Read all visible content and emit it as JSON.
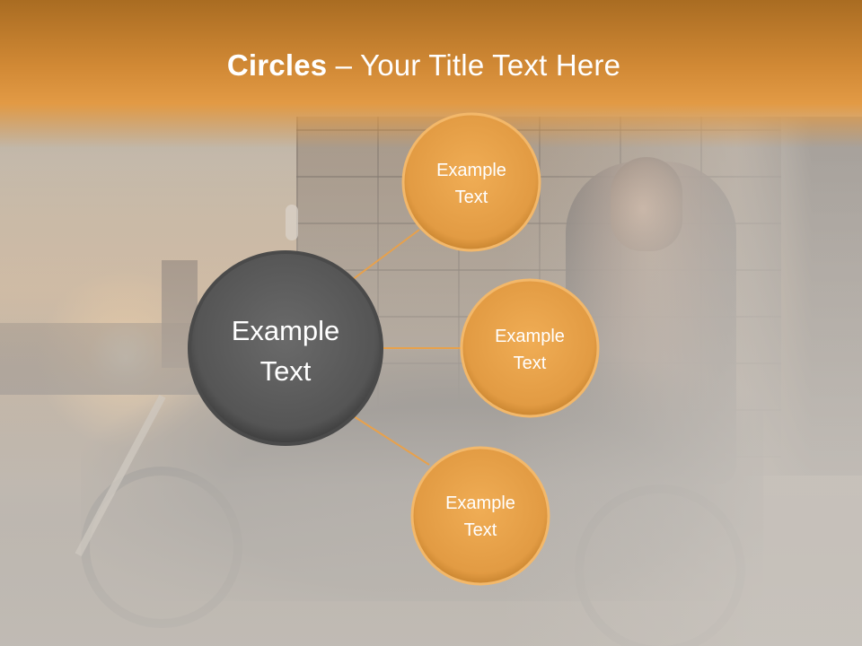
{
  "slide": {
    "title_bold": "Circles",
    "title_rest": " – Your Title Text Here"
  },
  "diagram": {
    "center": {
      "line1": "Example",
      "line2": "Text"
    },
    "nodes": [
      {
        "line1": "Example",
        "line2": "Text"
      },
      {
        "line1": "Example",
        "line2": "Text"
      },
      {
        "line1": "Example",
        "line2": "Text"
      }
    ]
  },
  "colors": {
    "header_orange": "#d18935",
    "center_circle": "#595959",
    "node_circle": "#e5a04a",
    "connector": "#e8a14b"
  }
}
